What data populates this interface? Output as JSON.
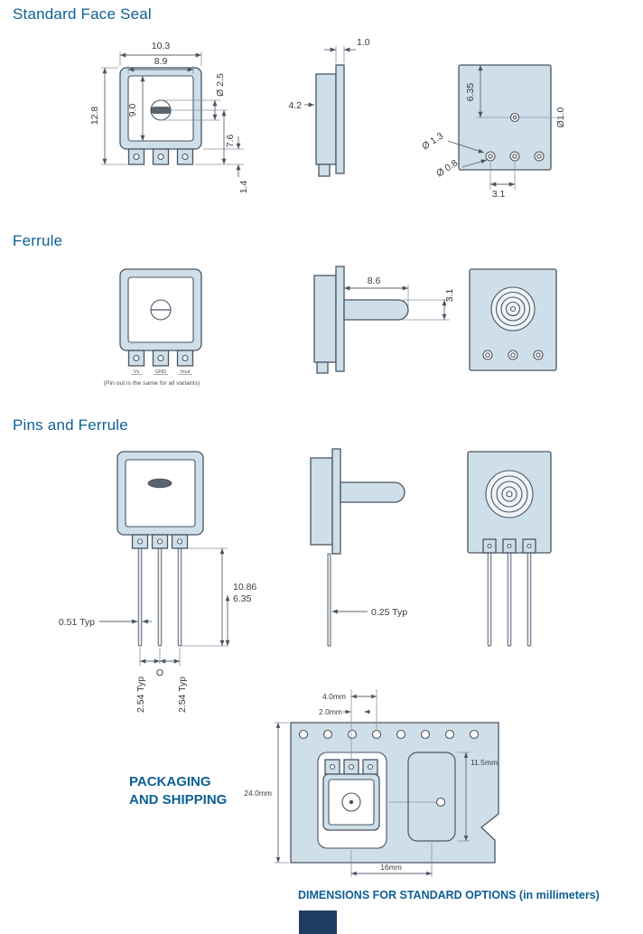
{
  "colors": {
    "accent": "#0d5f95",
    "panel_fill": "#cfdfe9",
    "line": "#4b5563"
  },
  "headings": {
    "face_seal": "Standard Face Seal",
    "ferrule": "Ferrule",
    "pins_ferrule": "Pins and Ferrule",
    "packaging_1": "PACKAGING",
    "packaging_2": "AND SHIPPING",
    "footer": "DIMENSIONS FOR STANDARD OPTIONS (in millimeters)"
  },
  "face_seal": {
    "top_width": "10.3",
    "inner_width": "8.9",
    "overall_height": "12.8",
    "inner_height": "9.0",
    "vent_diameter": "Ø 2.5",
    "vent_to_pin": "7.6",
    "pin_strip": "1.4",
    "plate_thickness": "1.0",
    "body_depth": "4.2",
    "port_offset": "6.35",
    "port_diameter": "Ø1.0",
    "hole_outer_diameter": "Ø 1.3",
    "hole_inner_diameter": "Ø 0.8",
    "hole_pitch": "3.1"
  },
  "ferrule": {
    "pin_labels": [
      "Vs",
      "GND",
      "Vout"
    ],
    "pinout_note": "(Pin out is the same for all variants)",
    "ferrule_length": "8.6",
    "ferrule_diameter": "3.1"
  },
  "pins_ferrule": {
    "pin_length": "10.86",
    "pin_length_alt": "6.35",
    "pin_width_typ": "0.51 Typ",
    "pitch_left_typ": "2.54 Typ",
    "pitch_right_typ": "2.54 Typ",
    "datum_mark": "O",
    "pin_thickness_typ": "0.25 Typ"
  },
  "packaging": {
    "hole_pitch": "4.0mm",
    "hole_to_pocket": "2.0mm",
    "pocket_length": "11.5mm",
    "tape_width": "24.0mm",
    "pocket_pitch": "16mm"
  }
}
